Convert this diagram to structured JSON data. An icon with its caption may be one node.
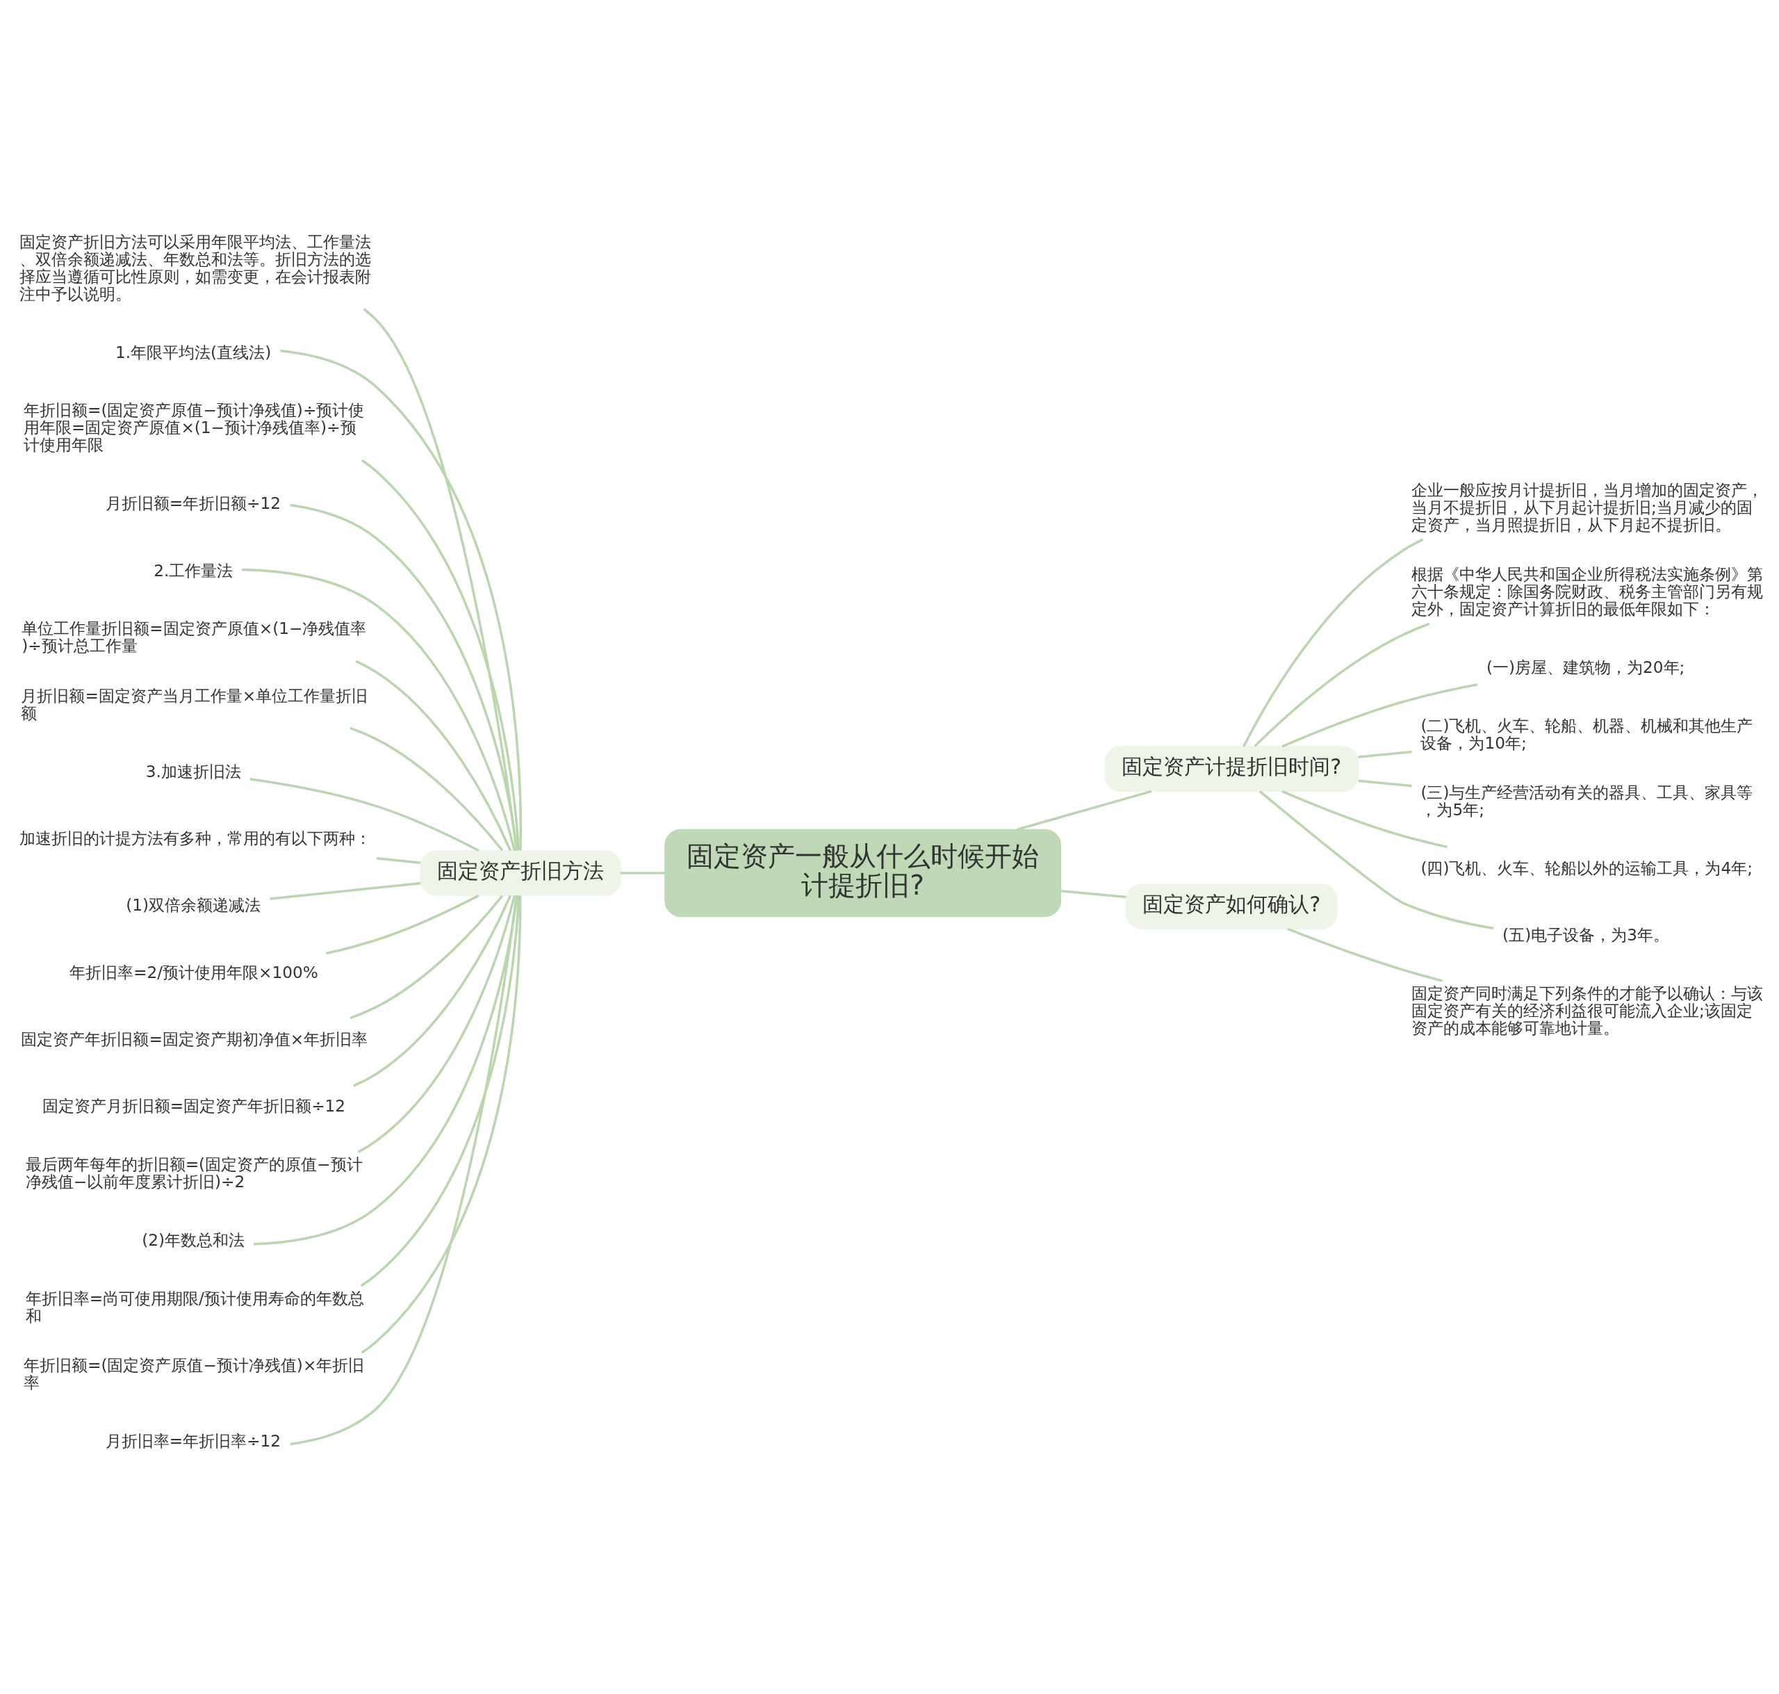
{
  "diagram": {
    "nodes": [
      {
        "text": [
          "固定资产一般从什么时候开始计提折旧?"
        ]
      },
      {
        "text": [
          "固定资产折旧方法"
        ]
      },
      {
        "text": [
          "固定资产折旧方法可以采用年限平均法、工作量法、双倍余额递减法、年数总和法等。折旧方法的选择应当遵循可比性原则，如需变更，在会计报表附注中予以说明。"
        ]
      },
      {
        "text": [
          "1.年限平均法(直线法)"
        ]
      },
      {
        "text": [
          "年折旧额=(固定资产原值−预计净残值)÷预计使用年限=固定资产原值×(1−预计净残值率)÷预计使用年限"
        ]
      },
      {
        "text": [
          "月折旧额=年折旧额÷12"
        ]
      },
      {
        "text": [
          "2.工作量法"
        ]
      },
      {
        "text": [
          "单位工作量折旧额=固定资产原值×(1−净残值率)÷预计总工作量"
        ]
      },
      {
        "text": [
          "月折旧额=固定资产当月工作量×单位工作量折旧额"
        ]
      },
      {
        "text": [
          "3.加速折旧法"
        ]
      },
      {
        "text": [
          "加速折旧的计提方法有多种，常用的有以下两种："
        ]
      },
      {
        "text": [
          "(1)双倍余额递减法"
        ]
      },
      {
        "text": [
          "年折旧率=2/预计使用年限×100%"
        ]
      },
      {
        "text": [
          "固定资产年折旧额=固定资产期初净值×年折旧率"
        ]
      },
      {
        "text": [
          "固定资产月折旧额=固定资产年折旧额÷12"
        ]
      },
      {
        "text": [
          "最后两年每年的折旧额=(固定资产的原值−预计净残值−以前年度累计折旧)÷2"
        ]
      },
      {
        "text": [
          "(2)年数总和法"
        ]
      },
      {
        "text": [
          "年折旧率=尚可使用期限/预计使用寿命的年数总和"
        ]
      },
      {
        "text": [
          "年折旧额=(固定资产原值−预计净残值)×年折旧率"
        ]
      },
      {
        "text": [
          "月折旧率=年折旧率÷12"
        ]
      },
      {
        "text": [
          "固定资产计提折旧时间?"
        ]
      },
      {
        "text": [
          "企业一般应按月计提折旧，当月增加的固定资产，当月不提折旧，从下月起计提折旧;当月减少的固定资产，当月照提折旧，从下月起不提折旧。"
        ]
      },
      {
        "text": [
          "根据《中华人民共和国企业所得税法实施条例》第六十条规定：除国务院财政、税务主管部门另有规定外，固定资产计算折旧的最低年限如下："
        ]
      },
      {
        "text": [
          "(一)房屋、建筑物，为20年;"
        ]
      },
      {
        "text": [
          "(二)飞机、火车、轮船、机器、机械和其他生产设备，为10年;"
        ]
      },
      {
        "text": [
          "(三)与生产经营活动有关的器具、工具、家具等，为5年;"
        ]
      },
      {
        "text": [
          "(四)飞机、火车、轮船以外的运输工具，为4年;"
        ]
      },
      {
        "text": [
          "(五)电子设备，为3年。"
        ]
      },
      {
        "text": [
          "固定资产如何确认?"
        ]
      },
      {
        "text": [
          "固定资产同时满足下列条件的才能予以确认：与该固定资产有关的经济利益很可能流入企业;该固定资产的成本能够可靠地计量。"
        ]
      }
    ],
    "edges": [
      {
        "from": 0,
        "to": 1,
        "arrow": "none"
      },
      {
        "from": 1,
        "to": 2,
        "arrow": "none"
      },
      {
        "from": 1,
        "to": 3,
        "arrow": "none"
      },
      {
        "from": 1,
        "to": 4,
        "arrow": "none"
      },
      {
        "from": 1,
        "to": 5,
        "arrow": "none"
      },
      {
        "from": 1,
        "to": 6,
        "arrow": "none"
      },
      {
        "from": 1,
        "to": 7,
        "arrow": "none"
      },
      {
        "from": 1,
        "to": 8,
        "arrow": "none"
      },
      {
        "from": 1,
        "to": 9,
        "arrow": "none"
      },
      {
        "from": 1,
        "to": 10,
        "arrow": "none"
      },
      {
        "from": 1,
        "to": 11,
        "arrow": "none"
      },
      {
        "from": 1,
        "to": 12,
        "arrow": "none"
      },
      {
        "from": 1,
        "to": 13,
        "arrow": "none"
      },
      {
        "from": 1,
        "to": 14,
        "arrow": "none"
      },
      {
        "from": 1,
        "to": 15,
        "arrow": "none"
      },
      {
        "from": 1,
        "to": 16,
        "arrow": "none"
      },
      {
        "from": 1,
        "to": 17,
        "arrow": "none"
      },
      {
        "from": 1,
        "to": 18,
        "arrow": "none"
      },
      {
        "from": 1,
        "to": 19,
        "arrow": "none"
      },
      {
        "from": 0,
        "to": 20,
        "arrow": "none"
      },
      {
        "from": 20,
        "to": 21,
        "arrow": "none"
      },
      {
        "from": 20,
        "to": 22,
        "arrow": "none"
      },
      {
        "from": 20,
        "to": 23,
        "arrow": "none"
      },
      {
        "from": 20,
        "to": 24,
        "arrow": "none"
      },
      {
        "from": 20,
        "to": 25,
        "arrow": "none"
      },
      {
        "from": 20,
        "to": 26,
        "arrow": "none"
      },
      {
        "from": 20,
        "to": 27,
        "arrow": "none"
      },
      {
        "from": 0,
        "to": 28,
        "arrow": "none"
      },
      {
        "from": 28,
        "to": 29,
        "arrow": "none"
      }
    ]
  }
}
